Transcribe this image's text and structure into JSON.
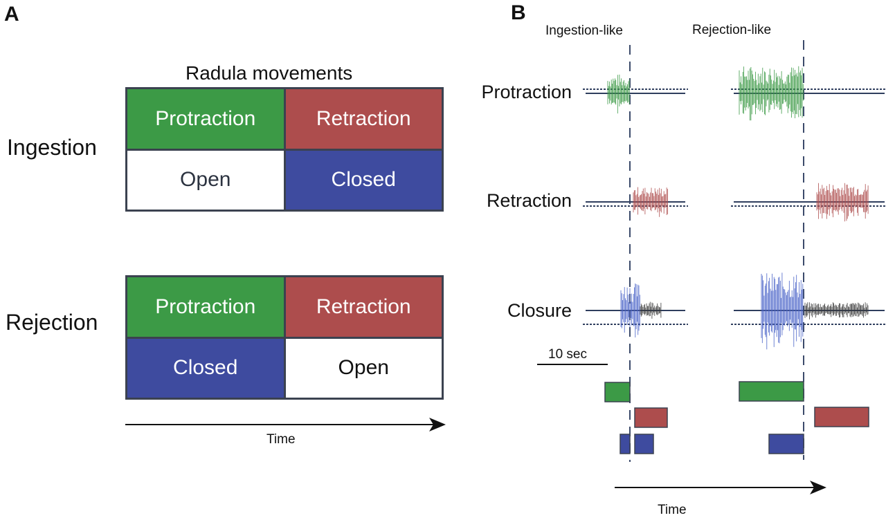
{
  "panel_a": {
    "letter": "A",
    "title": "Radula movements",
    "rows": [
      {
        "label": "Ingestion",
        "cells": [
          {
            "text": "Protraction",
            "color": "green"
          },
          {
            "text": "Retraction",
            "color": "red"
          },
          {
            "text": "Open",
            "color": "white"
          },
          {
            "text": "Closed",
            "color": "blue"
          }
        ]
      },
      {
        "label": "Rejection",
        "cells": [
          {
            "text": "Protraction",
            "color": "green"
          },
          {
            "text": "Retraction",
            "color": "red"
          },
          {
            "text": "Closed",
            "color": "blue"
          },
          {
            "text": "Open",
            "color": "white"
          }
        ]
      }
    ],
    "time_label": "Time"
  },
  "panel_b": {
    "letter": "B",
    "columns": [
      "Ingestion-like",
      "Rejection-like"
    ],
    "traces": [
      "Protraction",
      "Retraction",
      "Closure"
    ],
    "scale_bar": "10 sec",
    "time_label": "Time"
  },
  "colors": {
    "protraction": "#3c9a46",
    "retraction": "#ad4d4d",
    "closure": "#3e4b9f",
    "outline": "#3b4250"
  }
}
